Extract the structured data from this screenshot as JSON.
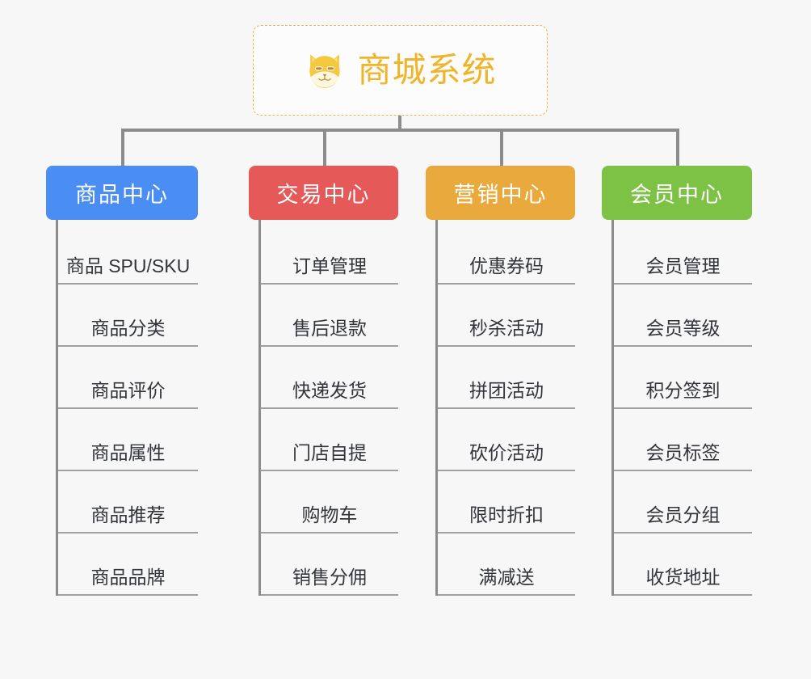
{
  "page": {
    "background_color": "#f7f7f7",
    "line_color": "#8c8c8c",
    "item_text_color": "#33353a"
  },
  "root": {
    "title": "商城系统",
    "icon": "shiba-dog-icon",
    "title_color": "#f0b429",
    "border_color": "#e8b94f",
    "background_color": "#fcfcfc"
  },
  "columns": [
    {
      "id": "product-center",
      "label": "商品中心",
      "color": "#4a8ef3",
      "items": [
        "商品 SPU/SKU",
        "商品分类",
        "商品评价",
        "商品属性",
        "商品推荐",
        "商品品牌"
      ]
    },
    {
      "id": "trade-center",
      "label": "交易中心",
      "color": "#e55a58",
      "items": [
        "订单管理",
        "售后退款",
        "快递发货",
        "门店自提",
        "购物车",
        "销售分佣"
      ]
    },
    {
      "id": "marketing-center",
      "label": "营销中心",
      "color": "#e9a93c",
      "items": [
        "优惠券码",
        "秒杀活动",
        "拼团活动",
        "砍价活动",
        "限时折扣",
        "满减送"
      ]
    },
    {
      "id": "member-center",
      "label": "会员中心",
      "color": "#7dc244",
      "items": [
        "会员管理",
        "会员等级",
        "积分签到",
        "会员标签",
        "会员分组",
        "收货地址"
      ]
    }
  ]
}
